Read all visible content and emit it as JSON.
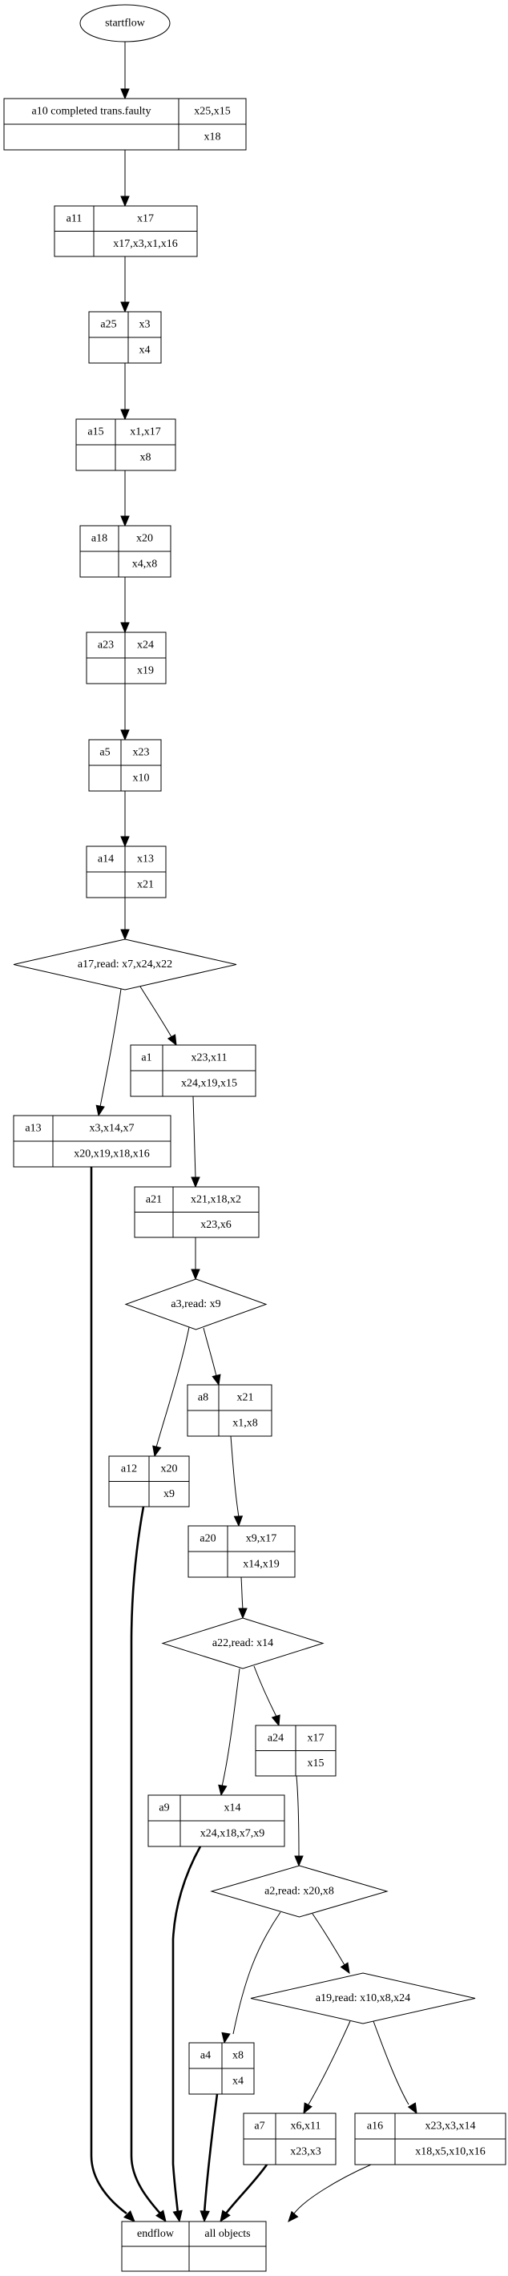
{
  "diagram": {
    "type": "flowchart",
    "start": {
      "id": "startflow",
      "label": "startflow"
    },
    "end": {
      "id": "endflow",
      "label": "endflow",
      "right_top": "all objects",
      "left_bottom": "",
      "right_bottom": ""
    },
    "activities": [
      {
        "id": "a10",
        "label": "a10 completed trans.faulty",
        "writes": "x25,x15",
        "reads": "x18"
      },
      {
        "id": "a11",
        "label": "a11",
        "writes": "x17",
        "reads": "x17,x3,x1,x16"
      },
      {
        "id": "a25",
        "label": "a25",
        "writes": "x3",
        "reads": "x4"
      },
      {
        "id": "a15",
        "label": "a15",
        "writes": "x1,x17",
        "reads": "x8"
      },
      {
        "id": "a18",
        "label": "a18",
        "writes": "x20",
        "reads": "x4,x8"
      },
      {
        "id": "a23",
        "label": "a23",
        "writes": "x24",
        "reads": "x19"
      },
      {
        "id": "a5",
        "label": "a5",
        "writes": "x23",
        "reads": "x10"
      },
      {
        "id": "a14",
        "label": "a14",
        "writes": "x13",
        "reads": "x21"
      },
      {
        "id": "a1",
        "label": "a1",
        "writes": "x23,x11",
        "reads": "x24,x19,x15"
      },
      {
        "id": "a13",
        "label": "a13",
        "writes": "x3,x14,x7",
        "reads": "x20,x19,x18,x16"
      },
      {
        "id": "a21",
        "label": "a21",
        "writes": "x21,x18,x2",
        "reads": "x23,x6"
      },
      {
        "id": "a8",
        "label": "a8",
        "writes": "x21",
        "reads": "x1,x8"
      },
      {
        "id": "a12",
        "label": "a12",
        "writes": "x20",
        "reads": "x9"
      },
      {
        "id": "a20",
        "label": "a20",
        "writes": "x9,x17",
        "reads": "x14,x19"
      },
      {
        "id": "a24",
        "label": "a24",
        "writes": "x17",
        "reads": "x15"
      },
      {
        "id": "a9",
        "label": "a9",
        "writes": "x14",
        "reads": "x24,x18,x7,x9"
      },
      {
        "id": "a4",
        "label": "a4",
        "writes": "x8",
        "reads": "x4"
      },
      {
        "id": "a7",
        "label": "a7",
        "writes": "x6,x11",
        "reads": "x23,x3"
      },
      {
        "id": "a16",
        "label": "a16",
        "writes": "x23,x3,x14",
        "reads": "x18,x5,x10,x16"
      }
    ],
    "decisions": [
      {
        "id": "a17",
        "label": "a17,read: x7,x24,x22"
      },
      {
        "id": "a3",
        "label": "a3,read: x9"
      },
      {
        "id": "a22",
        "label": "a22,read: x14"
      },
      {
        "id": "a2",
        "label": "a2,read: x20,x8"
      },
      {
        "id": "a19",
        "label": "a19,read: x10,x8,x24"
      }
    ],
    "edges": [
      {
        "from": "startflow",
        "to": "a10",
        "style": "normal"
      },
      {
        "from": "a10",
        "to": "a11",
        "style": "normal"
      },
      {
        "from": "a11",
        "to": "a25",
        "style": "normal"
      },
      {
        "from": "a25",
        "to": "a15",
        "style": "normal"
      },
      {
        "from": "a15",
        "to": "a18",
        "style": "normal"
      },
      {
        "from": "a18",
        "to": "a23",
        "style": "normal"
      },
      {
        "from": "a23",
        "to": "a5",
        "style": "normal"
      },
      {
        "from": "a5",
        "to": "a14",
        "style": "normal"
      },
      {
        "from": "a14",
        "to": "a17",
        "style": "normal"
      },
      {
        "from": "a17",
        "to": "a13",
        "style": "normal"
      },
      {
        "from": "a17",
        "to": "a1",
        "style": "normal"
      },
      {
        "from": "a1",
        "to": "a21",
        "style": "normal"
      },
      {
        "from": "a21",
        "to": "a3",
        "style": "normal"
      },
      {
        "from": "a3",
        "to": "a12",
        "style": "normal"
      },
      {
        "from": "a3",
        "to": "a8",
        "style": "normal"
      },
      {
        "from": "a8",
        "to": "a20",
        "style": "normal"
      },
      {
        "from": "a20",
        "to": "a22",
        "style": "normal"
      },
      {
        "from": "a22",
        "to": "a9",
        "style": "normal"
      },
      {
        "from": "a22",
        "to": "a24",
        "style": "normal"
      },
      {
        "from": "a24",
        "to": "a2",
        "style": "normal"
      },
      {
        "from": "a2",
        "to": "a4",
        "style": "normal"
      },
      {
        "from": "a2",
        "to": "a19",
        "style": "normal"
      },
      {
        "from": "a19",
        "to": "a7",
        "style": "normal"
      },
      {
        "from": "a19",
        "to": "a16",
        "style": "normal"
      },
      {
        "from": "a13",
        "to": "endflow",
        "style": "bold"
      },
      {
        "from": "a12",
        "to": "endflow",
        "style": "bold"
      },
      {
        "from": "a9",
        "to": "endflow",
        "style": "bold"
      },
      {
        "from": "a4",
        "to": "endflow",
        "style": "bold"
      },
      {
        "from": "a7",
        "to": "endflow",
        "style": "bold"
      },
      {
        "from": "a16",
        "to": "endflow",
        "style": "normal"
      }
    ]
  }
}
